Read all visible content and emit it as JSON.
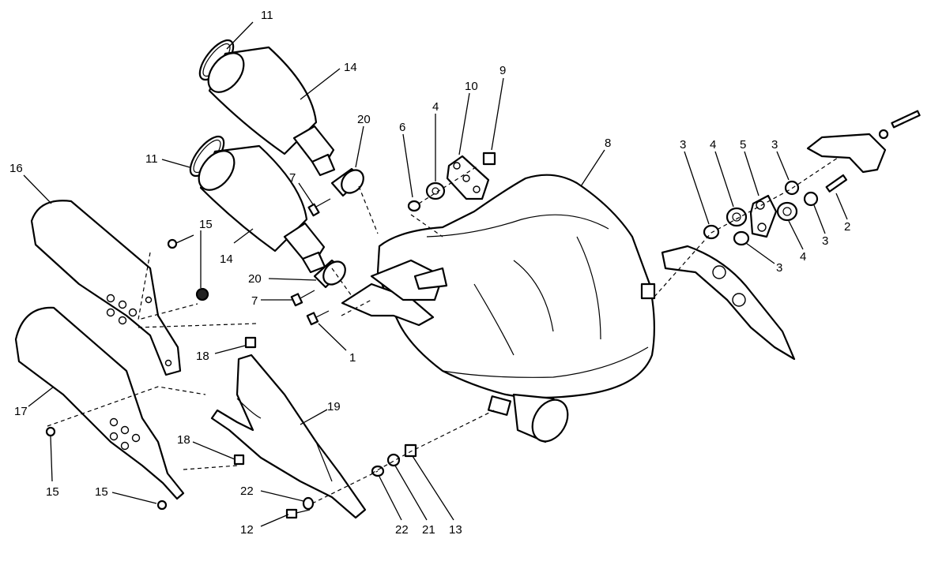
{
  "callouts": [
    {
      "label": "11"
    },
    {
      "label": "14"
    },
    {
      "label": "11"
    },
    {
      "label": "14"
    },
    {
      "label": "20"
    },
    {
      "label": "7"
    },
    {
      "label": "20"
    },
    {
      "label": "7"
    },
    {
      "label": "1"
    },
    {
      "label": "6"
    },
    {
      "label": "4"
    },
    {
      "label": "10"
    },
    {
      "label": "9"
    },
    {
      "label": "8"
    },
    {
      "label": "16"
    },
    {
      "label": "15"
    },
    {
      "label": "17"
    },
    {
      "label": "15"
    },
    {
      "label": "15"
    },
    {
      "label": "18"
    },
    {
      "label": "18"
    },
    {
      "label": "19"
    },
    {
      "label": "22"
    },
    {
      "label": "12"
    },
    {
      "label": "22"
    },
    {
      "label": "21"
    },
    {
      "label": "13"
    },
    {
      "label": "3"
    },
    {
      "label": "4"
    },
    {
      "label": "5"
    },
    {
      "label": "3"
    },
    {
      "label": "2"
    },
    {
      "label": "3"
    },
    {
      "label": "3"
    },
    {
      "label": "4"
    }
  ]
}
